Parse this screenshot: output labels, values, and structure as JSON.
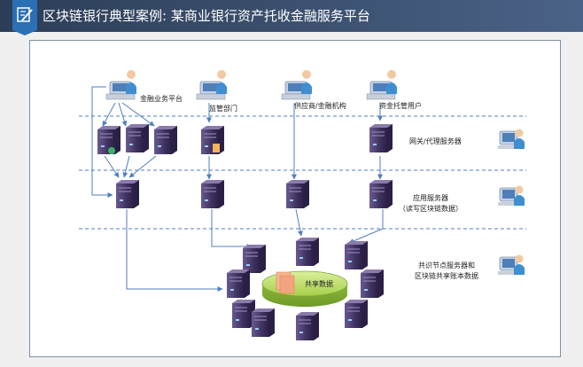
{
  "header": {
    "title": "区块链银行典型案例: 某商业银行资产托收金融服务平台",
    "bar_color": "#2f425e",
    "icon": "edit-icon"
  },
  "diagram": {
    "top_nodes": [
      {
        "label": "金融业务平台",
        "icon": "operator-workstation-icon"
      },
      {
        "label": "监管部门",
        "icon": "operator-workstation-icon"
      },
      {
        "label": "供应商/金融机构",
        "icon": "operator-workstation-icon"
      },
      {
        "label": "资金托管用户",
        "icon": "operator-workstation-icon"
      }
    ],
    "layers": [
      {
        "label": "网关/代理服务器",
        "icon": "admin-workstation-icon"
      },
      {
        "label_line1": "应用服务器",
        "label_line2": "（读写区块链数据）",
        "icon": "admin-workstation-icon"
      },
      {
        "label_line1": "共识节点服务器和",
        "label_line2": "区块链共享账本数据",
        "icon": "admin-workstation-icon"
      }
    ],
    "center": {
      "label": "共享数据",
      "icon": "shared-ledger-icon"
    },
    "colors": {
      "arrow": "#4f7fc0",
      "dash": "#4f7fc0",
      "disk": "#9bc93f",
      "server": "#4a3a6a",
      "docs": "#f3a37e"
    }
  }
}
